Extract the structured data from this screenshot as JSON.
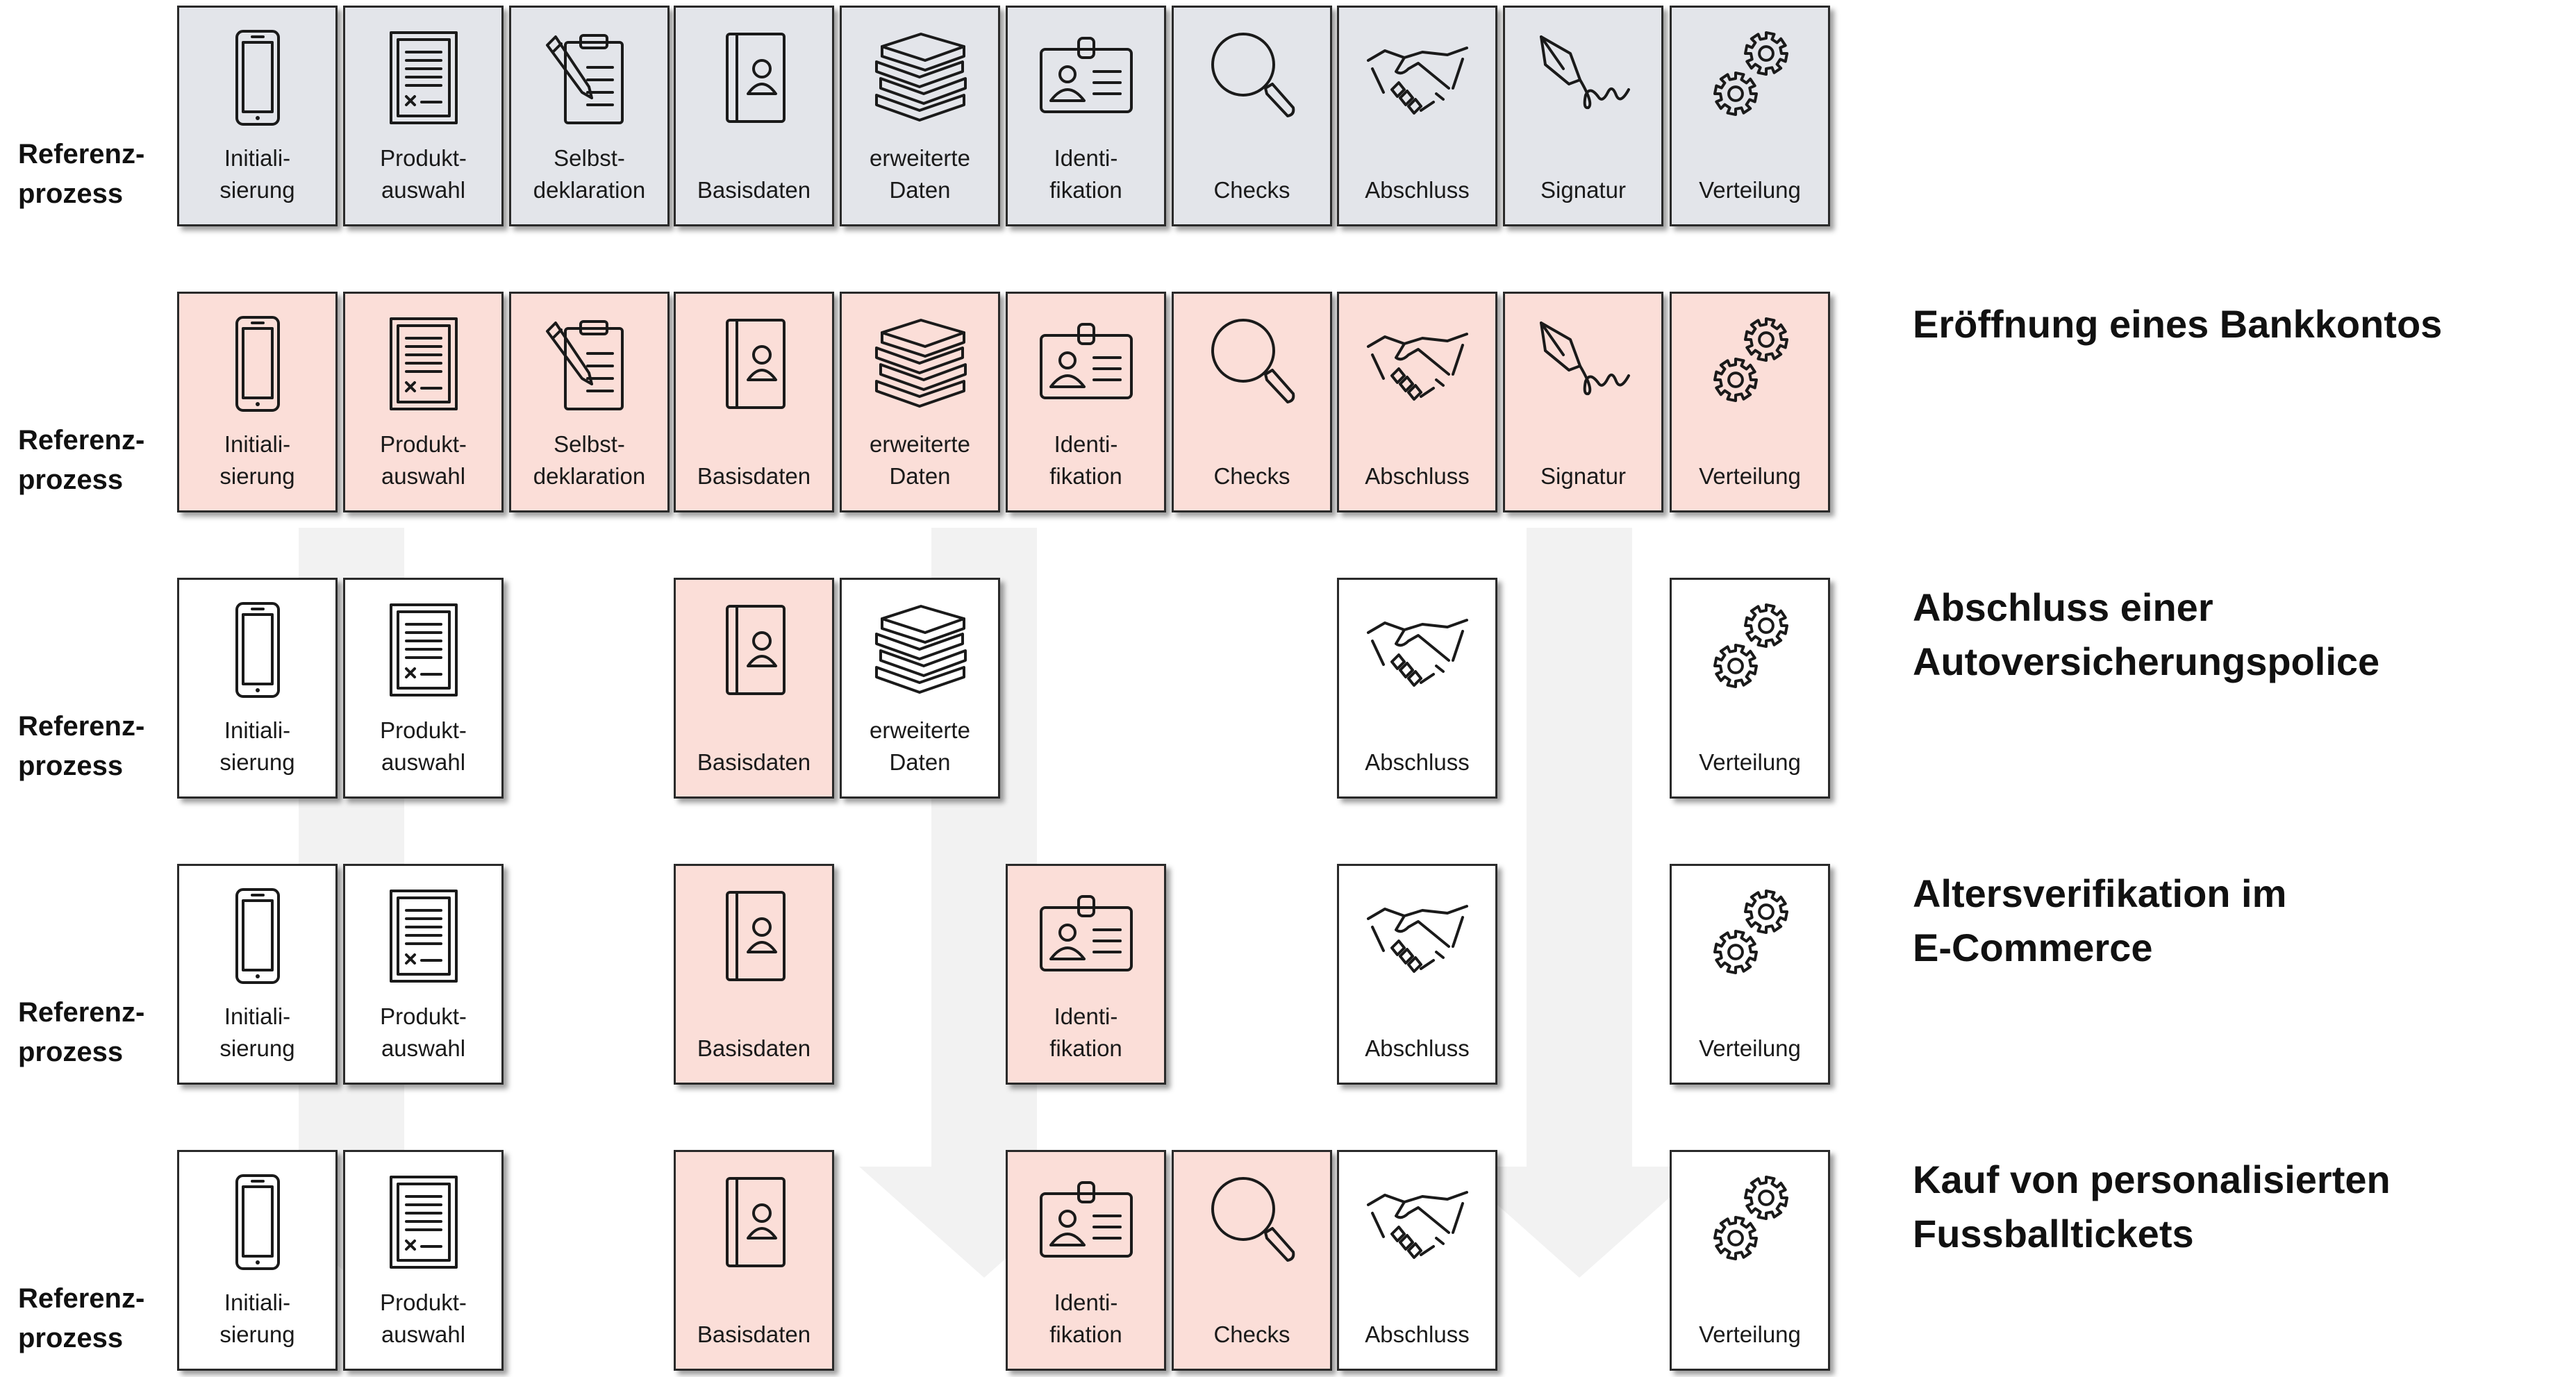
{
  "colors": {
    "grey_fill": "#e3e5ea",
    "pink_fill": "#fbded8",
    "white_fill": "#ffffff",
    "arrow": "#f2f2f2"
  },
  "row_label": [
    "Referenz-",
    "prozess"
  ],
  "steps": [
    {
      "key": "init",
      "icon": "smartphone-icon",
      "label": [
        "Initiali-",
        "sierung"
      ]
    },
    {
      "key": "produkt",
      "icon": "document-form-icon",
      "label": [
        "Produkt-",
        "auswahl"
      ]
    },
    {
      "key": "selbst",
      "icon": "clipboard-pencil-icon",
      "label": [
        "Selbst-",
        "deklaration"
      ]
    },
    {
      "key": "basis",
      "icon": "contact-book-icon",
      "label": [
        "Basisdaten"
      ]
    },
    {
      "key": "erweitert",
      "icon": "books-stack-icon",
      "label": [
        "erweiterte",
        "Daten"
      ]
    },
    {
      "key": "ident",
      "icon": "id-card-icon",
      "label": [
        "Identi-",
        "fikation"
      ]
    },
    {
      "key": "checks",
      "icon": "magnifier-icon",
      "label": [
        "Checks"
      ]
    },
    {
      "key": "abschluss",
      "icon": "handshake-icon",
      "label": [
        "Abschluss"
      ]
    },
    {
      "key": "signatur",
      "icon": "fountain-pen-signature-icon",
      "label": [
        "Signatur"
      ]
    },
    {
      "key": "verteilung",
      "icon": "gears-icon",
      "label": [
        "Verteilung"
      ]
    }
  ],
  "rows": [
    {
      "title": [],
      "cells": [
        "grey",
        "grey",
        "grey",
        "grey",
        "grey",
        "grey",
        "grey",
        "grey",
        "grey",
        "grey"
      ]
    },
    {
      "title": [
        "Eröffnung eines Bankkontos"
      ],
      "cells": [
        "pink",
        "pink",
        "pink",
        "pink",
        "pink",
        "pink",
        "pink",
        "pink",
        "pink",
        "pink"
      ]
    },
    {
      "title": [
        "Abschluss einer",
        "Autoversicherungspolice"
      ],
      "cells": [
        "white",
        "white",
        null,
        "pink",
        "white",
        null,
        null,
        "white",
        null,
        "white"
      ]
    },
    {
      "title": [
        "Altersverifikation im",
        "E-Commerce"
      ],
      "cells": [
        "white",
        "white",
        null,
        "pink",
        null,
        "pink",
        null,
        "white",
        null,
        "white"
      ]
    },
    {
      "title": [
        "Kauf von personalisierten",
        "Fussballtickets"
      ],
      "cells": [
        "white",
        "white",
        null,
        "pink",
        null,
        "pink",
        "pink",
        "white",
        null,
        "white"
      ]
    }
  ]
}
